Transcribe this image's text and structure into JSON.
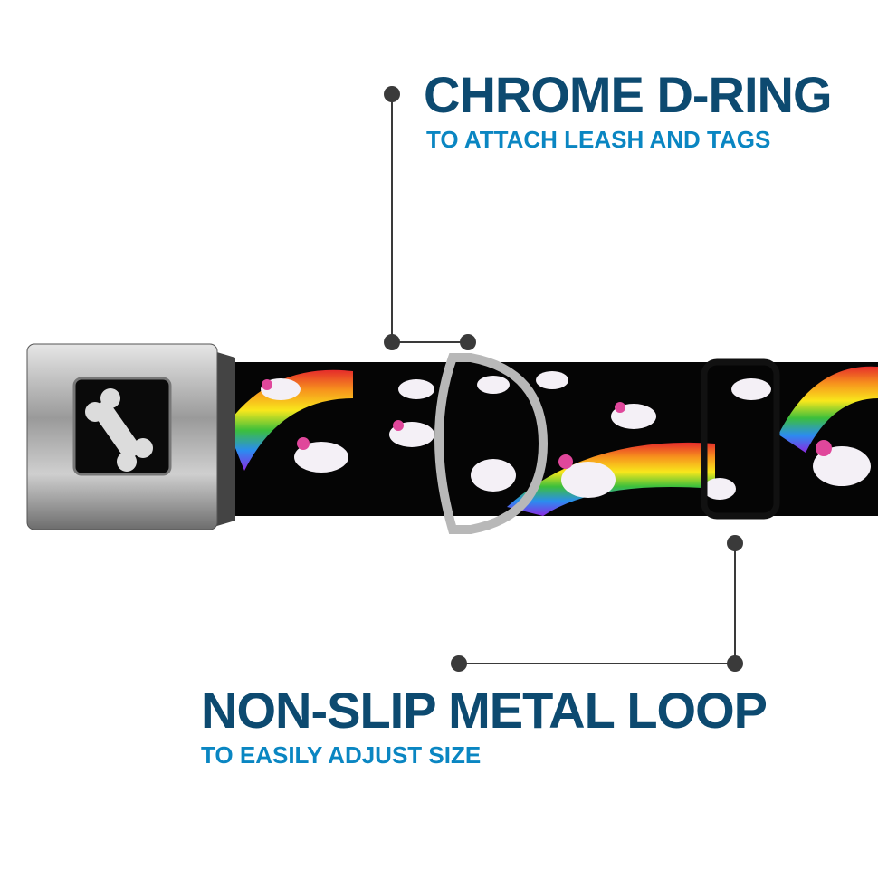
{
  "callouts": {
    "d_ring": {
      "title": "CHROME D-RING",
      "subtitle": "TO ATTACH LEASH AND TAGS"
    },
    "loop": {
      "title": "NON-SLIP METAL LOOP",
      "subtitle": "TO EASILY ADJUST SIZE"
    }
  },
  "colors": {
    "title": "#0d4a70",
    "subtitle": "#0a86c2",
    "leader": "#3a3a3a"
  }
}
